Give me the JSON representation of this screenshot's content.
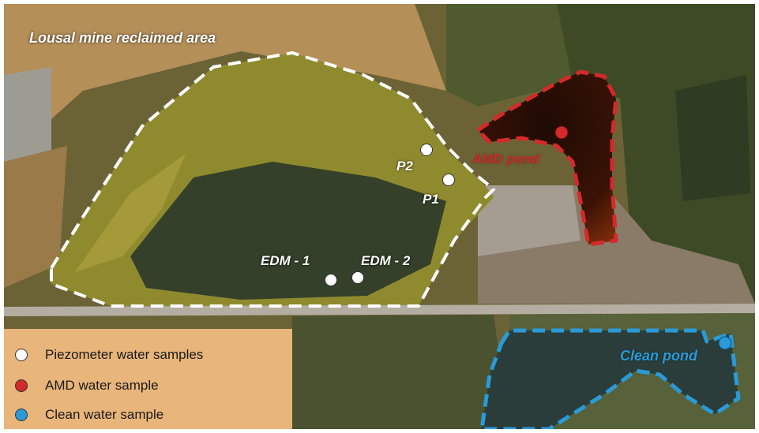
{
  "map": {
    "title": "Lousal mine reclaimed area",
    "points": {
      "p2": "P2",
      "p1": "P1",
      "edm1": "EDM - 1",
      "edm2": "EDM - 2"
    },
    "amd_pond_label": "AMD pond",
    "clean_pond_label": "Clean pond"
  },
  "legend": {
    "items": [
      {
        "label": "Piezometer water samples",
        "color": "#ffffff"
      },
      {
        "label": "AMD water sample",
        "color": "#d42a2a"
      },
      {
        "label": "Clean water sample",
        "color": "#2a9ad8"
      }
    ]
  },
  "colors": {
    "reclaimed_outline": "#ffffff",
    "amd_outline": "#d42a2a",
    "clean_outline": "#2a9ad8"
  }
}
